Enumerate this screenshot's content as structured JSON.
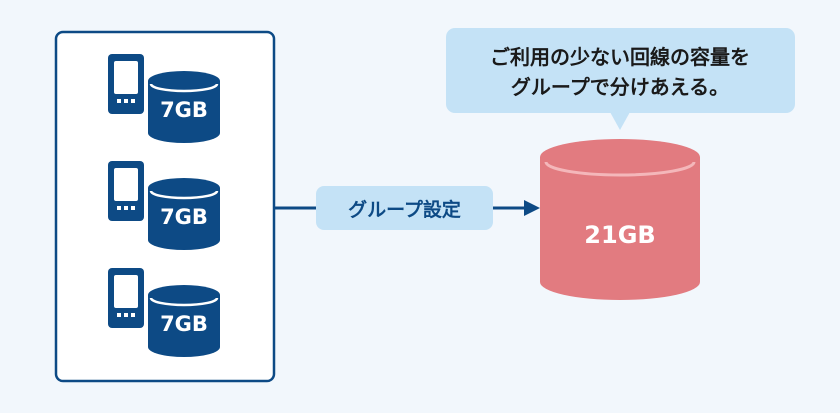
{
  "devices": [
    {
      "capacity": "7GB"
    },
    {
      "capacity": "7GB"
    },
    {
      "capacity": "7GB"
    }
  ],
  "connector": {
    "label": "グループ設定"
  },
  "total": {
    "capacity": "21GB"
  },
  "callout": {
    "line1": "ご利用の少ない回線の容量を",
    "line2": "グループで分けあえる。"
  },
  "colors": {
    "background": "#f2f7fc",
    "navy": "#0d4a85",
    "pill": "#c4e2f6",
    "pink_db": "#e27b80",
    "pink_db_top": "#f4b7ba"
  },
  "icons": [
    "smartphone-icon",
    "database-icon",
    "arrow-right-icon",
    "speech-bubble-icon"
  ]
}
